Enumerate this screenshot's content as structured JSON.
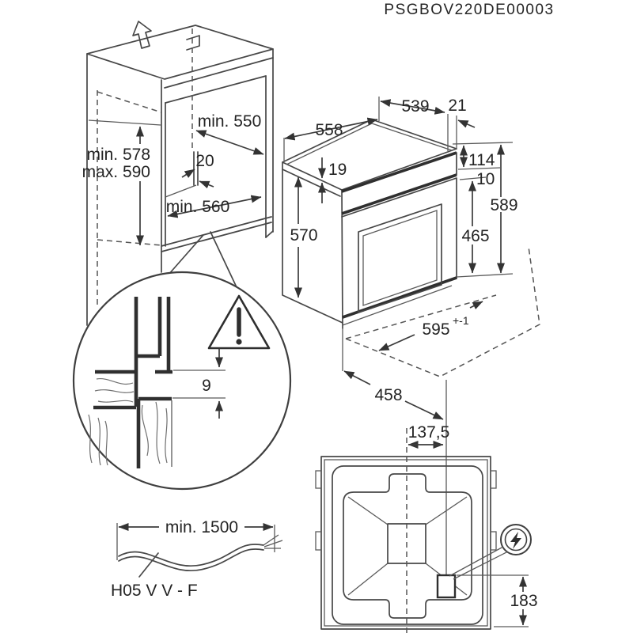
{
  "title": "PSGBOV220DE00003",
  "cabinet": {
    "depth_top": "min. 550",
    "niche_height_min": "min. 578",
    "niche_height_max": "max. 590",
    "back_gap": "20",
    "depth_bottom": "min. 560"
  },
  "oven": {
    "depth_total": "558",
    "depth_body": "539",
    "door_overhang": "21",
    "top_inset": "19",
    "panel_height": "114",
    "gap": "10",
    "height_back": "589",
    "height_front": "570",
    "door_height": "465",
    "width": "595",
    "width_tolerance": "+-1",
    "floor_depth": "458"
  },
  "detail": {
    "front_gap": "9"
  },
  "cable": {
    "length": "min. 1500",
    "type": "H05 V V - F"
  },
  "rear": {
    "conduit_offset": "137,5",
    "socket_height": "183"
  },
  "icons": {
    "warning": "warning-triangle",
    "electrical": "lightning-bolt",
    "direction": "up-arrow"
  },
  "colors": {
    "line": "#474747",
    "text": "#242424",
    "background": "#ffffff"
  }
}
